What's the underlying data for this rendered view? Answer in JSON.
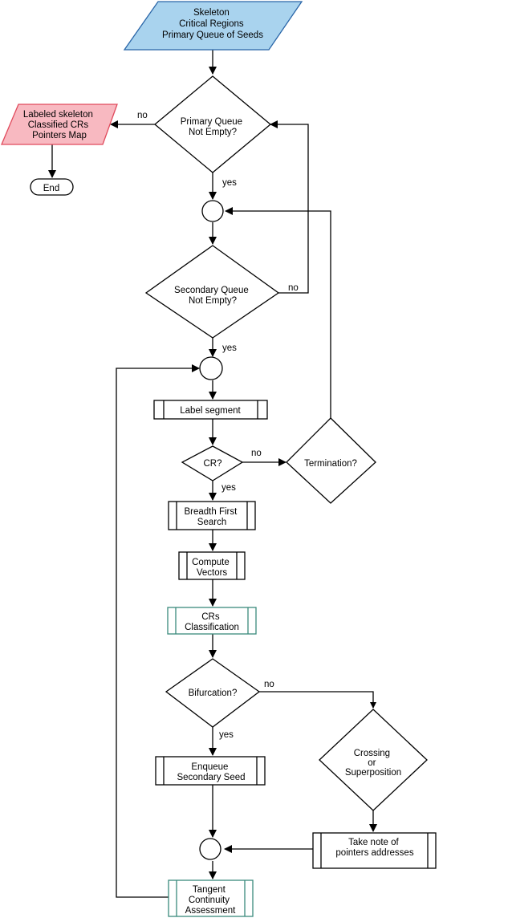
{
  "nodes": {
    "input": {
      "lines": [
        "Skeleton",
        "Critical Regions",
        "Primary Queue of Seeds"
      ]
    },
    "primary_queue": {
      "lines": [
        "Primary Queue",
        "Not Empty?"
      ]
    },
    "output": {
      "lines": [
        "Labeled skeleton",
        "Classified CRs",
        "Pointers Map"
      ]
    },
    "end": {
      "label": "End"
    },
    "secondary_queue": {
      "lines": [
        "Secondary Queue",
        "Not Empty?"
      ]
    },
    "label_segment": {
      "label": "Label segment"
    },
    "cr": {
      "label": "CR?"
    },
    "termination": {
      "label": "Termination?"
    },
    "bfs": {
      "lines": [
        "Breadth First",
        "Search"
      ]
    },
    "compute_vectors": {
      "lines": [
        "Compute",
        "Vectors"
      ]
    },
    "crs_classification": {
      "lines": [
        "CRs",
        "Classification"
      ]
    },
    "bifurcation": {
      "label": "Bifurcation?"
    },
    "enqueue": {
      "lines": [
        "Enqueue",
        "Secondary Seed"
      ]
    },
    "crossing": {
      "lines": [
        "Crossing",
        "or",
        "Superposition"
      ]
    },
    "take_note": {
      "lines": [
        "Take note of",
        "pointers addresses"
      ]
    },
    "tangent": {
      "lines": [
        "Tangent",
        "Continuity",
        "Assessment"
      ]
    }
  },
  "edge_labels": {
    "primary_no": "no",
    "primary_yes": "yes",
    "secondary_no": "no",
    "secondary_yes": "yes",
    "cr_no": "no",
    "cr_yes": "yes",
    "bifurcation_no": "no",
    "bifurcation_yes": "yes"
  },
  "colors": {
    "input_fill": "#a9d3ee",
    "input_stroke": "#2a66a8",
    "output_fill": "#f8b9c1",
    "output_stroke": "#e04a5c",
    "teal_stroke": "#3a8a7c"
  }
}
